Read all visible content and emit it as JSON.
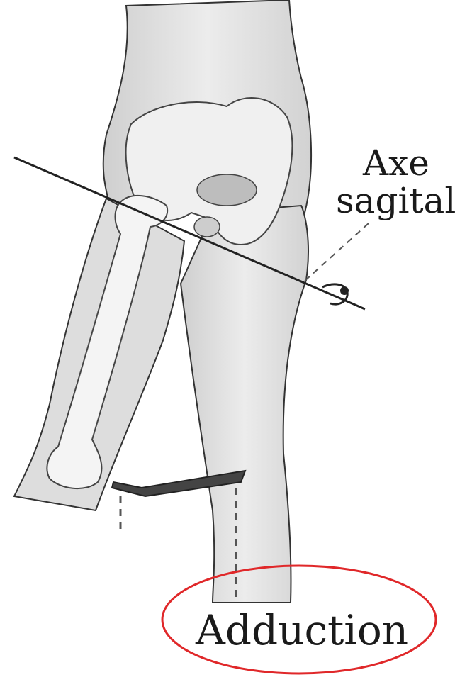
{
  "figure": {
    "labels": {
      "axis_line1": "Axe",
      "axis_line2": "sagital",
      "movement": "Adduction"
    },
    "colors": {
      "highlight_ellipse": "#e0282a",
      "ink": "#1a1a1a",
      "skin": "#e6e6e6",
      "bone": "#f2f2f2"
    }
  }
}
